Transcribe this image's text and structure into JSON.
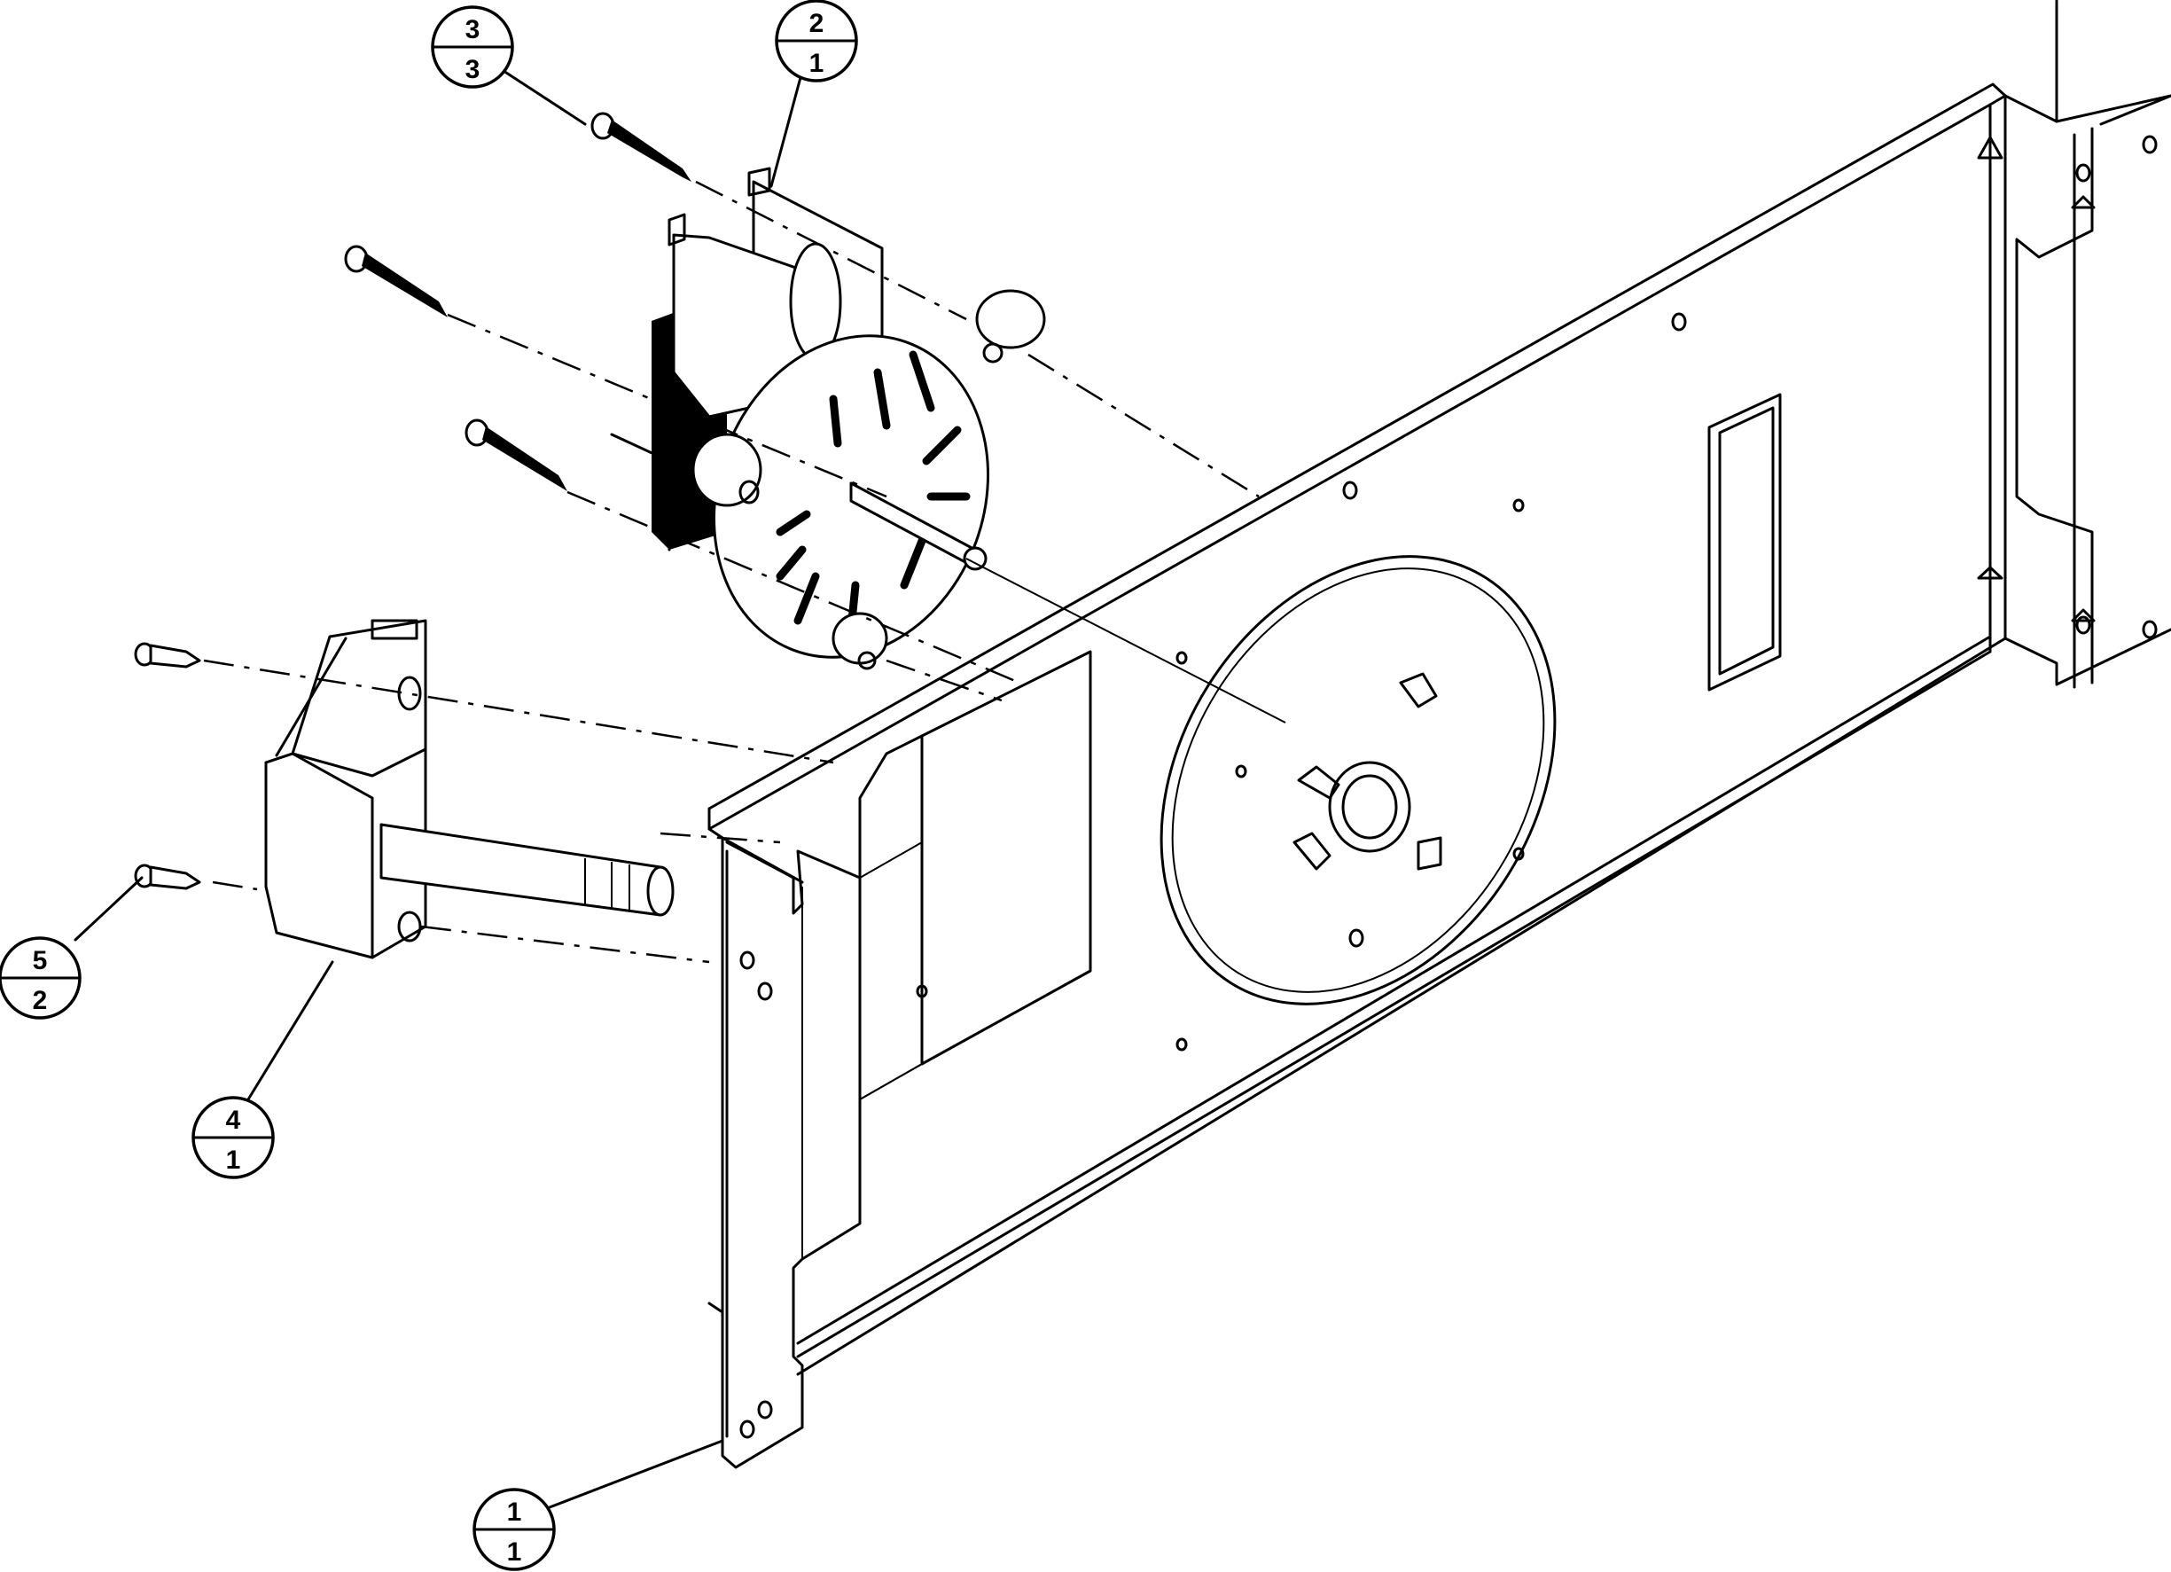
{
  "callouts": [
    {
      "id": "c1",
      "top": "1",
      "bottom": "1"
    },
    {
      "id": "c2",
      "top": "2",
      "bottom": "1"
    },
    {
      "id": "c3",
      "top": "3",
      "bottom": "3"
    },
    {
      "id": "c4",
      "top": "4",
      "bottom": "1"
    },
    {
      "id": "c5",
      "top": "5",
      "bottom": "2"
    }
  ]
}
